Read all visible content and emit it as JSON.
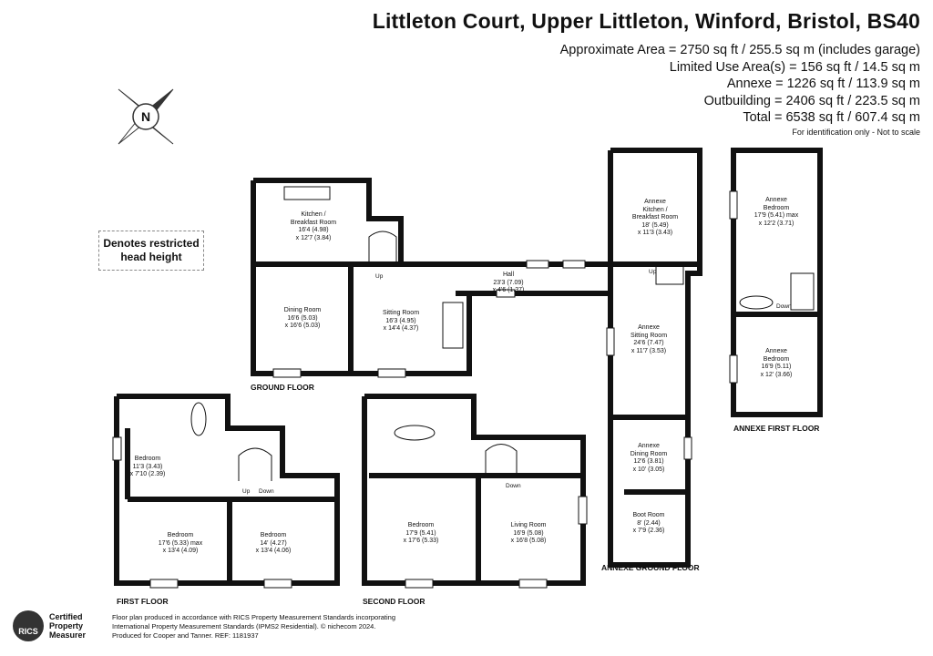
{
  "header": {
    "title": "Littleton Court, Upper Littleton, Winford, Bristol, BS40",
    "areas": [
      "Approximate Area = 2750 sq ft / 255.5 sq m (includes garage)",
      "Limited Use Area(s) = 156 sq ft / 14.5 sq m",
      "Annexe = 1226 sq ft / 113.9 sq m",
      "Outbuilding = 2406 sq ft / 223.5 sq m",
      "Total = 6538 sq ft / 607.4 sq m"
    ],
    "identification": "For identification only - Not to scale"
  },
  "legend": {
    "restricted_line1": "Denotes restricted",
    "restricted_line2": "head height"
  },
  "compass": {
    "letter": "N",
    "icon": "compass-icon"
  },
  "ground_floor": {
    "label": "GROUND FLOOR",
    "kitchen": {
      "name1": "Kitchen /",
      "name2": "Breakfast Room",
      "dim1": "16'4 (4.98)",
      "dim2": "x 12'7 (3.84)"
    },
    "dining": {
      "name": "Dining Room",
      "dim1": "16'6 (5.03)",
      "dim2": "x 16'6 (5.03)"
    },
    "sitting": {
      "name": "Sitting Room",
      "dim1": "16'3 (4.95)",
      "dim2": "x 14'4 (4.37)"
    },
    "hall": {
      "name": "Hall",
      "dim1": "23'3 (7.09)",
      "dim2": "x 4'6 (1.37)"
    },
    "up": "Up"
  },
  "annexe_ground": {
    "label": "ANNEXE GROUND FLOOR",
    "kitchen": {
      "name1": "Annexe",
      "name2": "Kitchen /",
      "name3": "Breakfast Room",
      "dim1": "18' (5.49)",
      "dim2": "x 11'3 (3.43)"
    },
    "sitting": {
      "name1": "Annexe",
      "name2": "Sitting Room",
      "dim1": "24'6 (7.47)",
      "dim2": "x 11'7 (3.53)"
    },
    "dining": {
      "name1": "Annexe",
      "name2": "Dining Room",
      "dim1": "12'6 (3.81)",
      "dim2": "x 10' (3.05)"
    },
    "boot": {
      "name": "Boot Room",
      "dim1": "8' (2.44)",
      "dim2": "x 7'9 (2.36)"
    },
    "up": "Up"
  },
  "annexe_first": {
    "label": "ANNEXE FIRST FLOOR",
    "bed1": {
      "name1": "Annexe",
      "name2": "Bedroom",
      "dim1": "17'9 (5.41) max",
      "dim2": "x 12'2 (3.71)"
    },
    "bed2": {
      "name1": "Annexe",
      "name2": "Bedroom",
      "dim1": "16'9 (5.11)",
      "dim2": "x 12' (3.66)"
    },
    "down": "Down"
  },
  "first_floor": {
    "label": "FIRST FLOOR",
    "bed_small": {
      "name": "Bedroom",
      "dim1": "11'3 (3.43)",
      "dim2": "x 7'10 (2.39)"
    },
    "bed_left": {
      "name": "Bedroom",
      "dim1": "17'6 (5.33) max",
      "dim2": "x 13'4 (4.09)"
    },
    "bed_right": {
      "name": "Bedroom",
      "dim1": "14' (4.27)",
      "dim2": "x 13'4 (4.06)"
    },
    "up": "Up",
    "down": "Down"
  },
  "second_floor": {
    "label": "SECOND FLOOR",
    "bed": {
      "name": "Bedroom",
      "dim1": "17'9 (5.41)",
      "dim2": "x 17'6 (5.33)"
    },
    "living": {
      "name": "Living Room",
      "dim1": "16'9 (5.08)",
      "dim2": "x 16'8 (5.08)"
    },
    "down": "Down"
  },
  "footer": {
    "line1": "Floor plan produced in accordance with RICS Property Measurement Standards incorporating",
    "line2": "International Property Measurement Standards (IPMS2 Residential). © nichecom 2024.",
    "line3": "Produced for Cooper and Tanner.   REF: 1181937",
    "rics_logo": "RICS",
    "rics_line1": "Certified",
    "rics_line2": "Property",
    "rics_line3": "Measurer"
  }
}
